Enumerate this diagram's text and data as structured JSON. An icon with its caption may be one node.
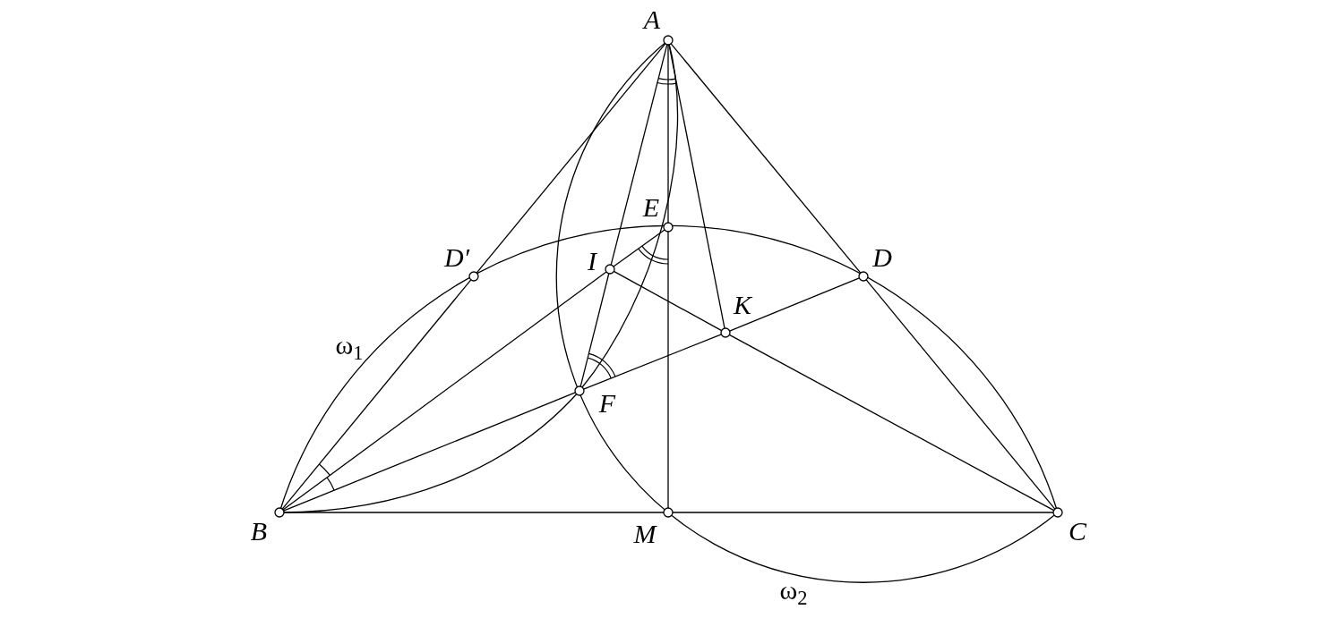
{
  "diagram": {
    "nodes": [
      {
        "text": [],
        "shape": "circle"
      },
      {
        "text": [],
        "shape": "circle"
      },
      {
        "text": [],
        "shape": "circle"
      },
      {
        "text": [],
        "shape": "circle"
      },
      {
        "text": [],
        "shape": "circle"
      },
      {
        "text": [],
        "shape": "circle"
      },
      {
        "text": [],
        "shape": "circle"
      },
      {
        "text": [],
        "shape": "circle"
      },
      {
        "text": [],
        "shape": "circle"
      },
      {
        "text": [],
        "shape": "circle"
      }
    ],
    "edges": [
      {
        "from": 0,
        "to": 3,
        "arrow": "none"
      },
      {
        "from": 3,
        "to": 7,
        "arrow": "none"
      },
      {
        "from": 0,
        "to": 4,
        "arrow": "none"
      },
      {
        "from": 4,
        "to": 9,
        "arrow": "none"
      },
      {
        "from": 7,
        "to": 8,
        "arrow": "none"
      },
      {
        "from": 8,
        "to": 9,
        "arrow": "none"
      },
      {
        "from": 0,
        "to": 1,
        "arrow": "none"
      },
      {
        "from": 1,
        "to": 8,
        "arrow": "none"
      },
      {
        "from": 0,
        "to": 2,
        "arrow": "none"
      },
      {
        "from": 2,
        "to": 6,
        "arrow": "none"
      },
      {
        "from": 0,
        "to": 5,
        "arrow": "none"
      },
      {
        "from": 7,
        "to": 2,
        "arrow": "none"
      },
      {
        "from": 2,
        "to": 1,
        "arrow": "none"
      },
      {
        "from": 7,
        "to": 6,
        "arrow": "none"
      },
      {
        "from": 6,
        "to": 5,
        "arrow": "none"
      },
      {
        "from": 5,
        "to": 4,
        "arrow": "none"
      },
      {
        "from": 2,
        "to": 5,
        "arrow": "none"
      },
      {
        "from": 5,
        "to": 9,
        "arrow": "none"
      }
    ],
    "labels": [
      "A",
      "E",
      "D′",
      "I",
      "D",
      "K",
      "ω$_{1}$",
      "F",
      "B",
      "M",
      "C",
      "ω$_{2}$"
    ]
  }
}
